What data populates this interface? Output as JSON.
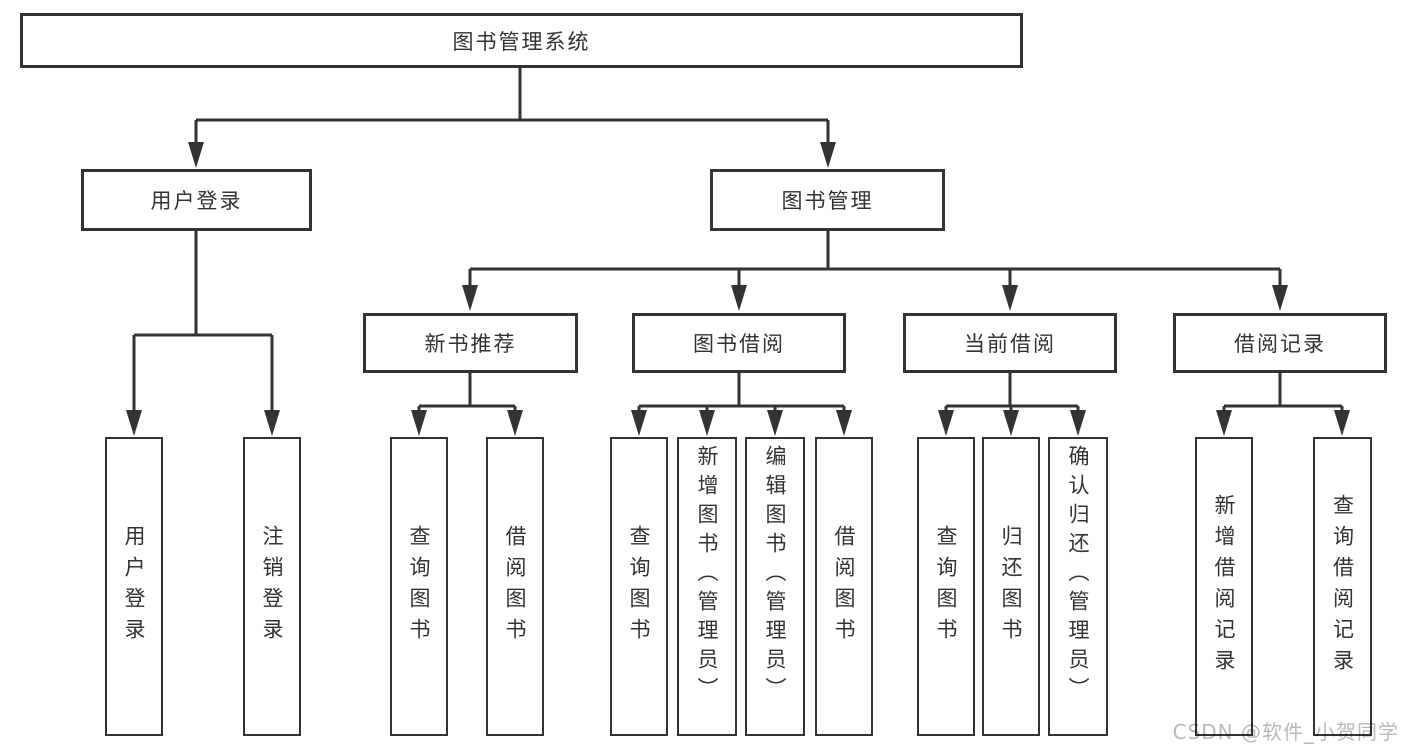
{
  "diagram": {
    "root": {
      "label": "图书管理系统"
    },
    "level2": [
      {
        "label": "用户登录"
      },
      {
        "label": "图书管理"
      }
    ],
    "level3": [
      {
        "label": "新书推荐"
      },
      {
        "label": "图书借阅"
      },
      {
        "label": "当前借阅"
      },
      {
        "label": "借阅记录"
      }
    ],
    "leaves": {
      "user_login": [
        "用户登录",
        "注销登录"
      ],
      "new_book_recommend": [
        "查询图书",
        "借阅图书"
      ],
      "book_borrow": [
        "查询图书",
        "新增图书（管理员）",
        "编辑图书（管理员）",
        "借阅图书"
      ],
      "current_borrow": [
        "查询图书",
        "归还图书",
        "确认归还（管理员）"
      ],
      "borrow_records": [
        "新增借阅记录",
        "查询借阅记录"
      ]
    }
  },
  "watermark": {
    "text": "CSDN @软件_小贺同学"
  },
  "colors": {
    "line": "#333333",
    "box_border": "#333333",
    "box_bg": "#ffffff",
    "text": "#333333",
    "watermark": "#b9b9b9",
    "background": "#ffffff"
  }
}
